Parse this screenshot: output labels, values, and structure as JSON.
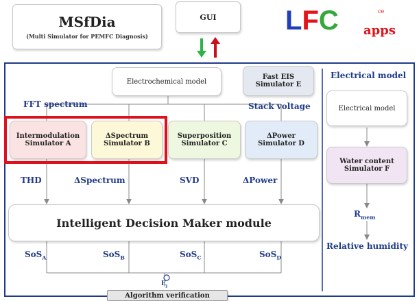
{
  "title_box": {
    "title": "MSfDia",
    "subtitle": "(Multi Simulator for PEMFC Diagnosis)"
  },
  "gui_box": {
    "label": "GUI"
  },
  "logo": {
    "letter_l": "L",
    "letter_f": "F",
    "letter_c": "C",
    "suffix": "apps",
    "superscript": "ce"
  },
  "boxes": {
    "electrochemical": "Electrochemical model",
    "fast_eis": {
      "line1": "Fast EIS",
      "line2": "Simulator E"
    },
    "electrical": "Electrical model",
    "sim_a": {
      "line1": "Intermodulation",
      "line2": "Simulator A"
    },
    "sim_b": {
      "line1": "ΔSpectrum",
      "line2": "Simulator B"
    },
    "sim_c": {
      "line1": "Superposition",
      "line2": "Simulator C"
    },
    "sim_d": {
      "line1": "ΔPower",
      "line2": "Simulator D"
    },
    "sim_f": {
      "line1": "Water content",
      "line2": "Simulator F"
    },
    "decision": "Intelligent Decision Maker module",
    "algorithm": "Algorithm verification"
  },
  "labels": {
    "electrical_model_header": "Electrical model",
    "fft_spectrum": "FFT spectrum",
    "stack_voltage": "Stack voltage",
    "thd": "THD",
    "dspectrum": "ΔSpectrum",
    "svd": "SVD",
    "dpower": "ΔPower",
    "rmem_base": "R",
    "rmem_sub": "mem",
    "relative_humidity": "Relative humidity",
    "sos_a_base": "SoS",
    "sos_a_sub": "A",
    "sos_b_base": "SoS",
    "sos_b_sub": "B",
    "sos_c_base": "SoS",
    "sos_c_sub": "C",
    "sos_d_base": "SoS",
    "sos_d_sub": "D",
    "ej_base": "E",
    "ej_sub": "j"
  },
  "colors": {
    "frame": "#1f3a8a",
    "highlight": "#e0101c",
    "down_arrow": "#2db34a",
    "up_arrow": "#c8111d",
    "logo_l": "#1f3fb8",
    "logo_f": "#e3141b",
    "logo_c": "#36a83a",
    "sim_a_fill": "#fbe3e3",
    "sim_b_fill": "#fdf8d8",
    "sim_c_fill": "#eef7e0",
    "sim_d_fill": "#e2ecf8",
    "sim_f_fill": "#f1e4f3",
    "fast_eis_fill": "#e4e8f1"
  }
}
